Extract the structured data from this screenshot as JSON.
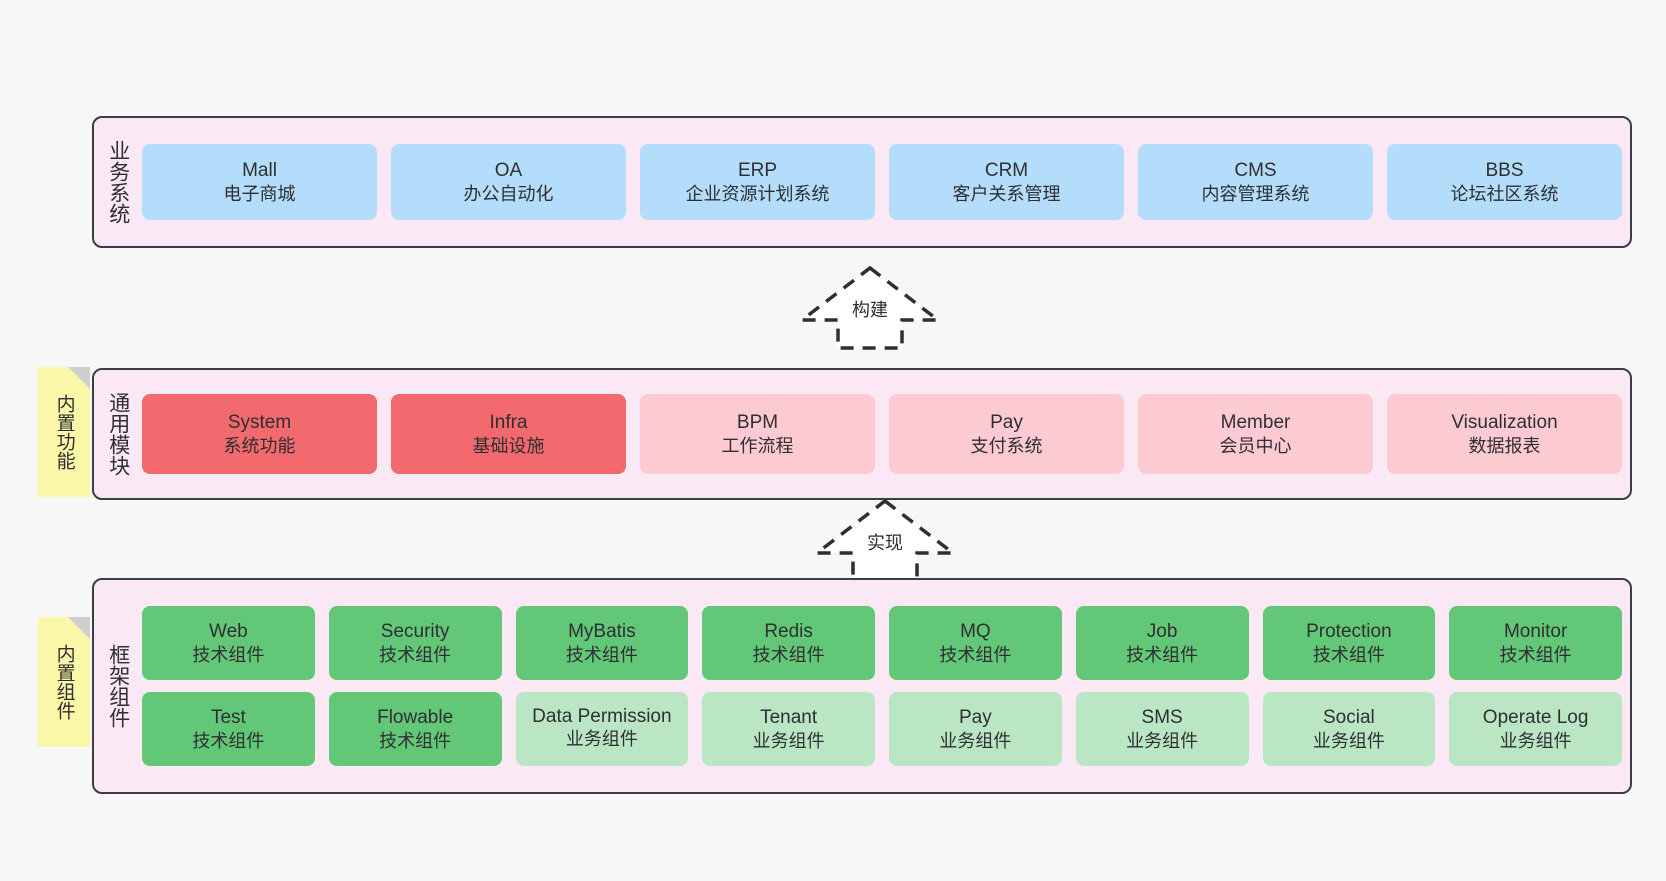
{
  "diagram": {
    "background_color": "#f7f7f7",
    "layer_fill": "#fae9f4",
    "layer_border": "#3c3c46",
    "note_color": "#fbf7a8",
    "colors": {
      "business_card": "#b3ddfb",
      "common_strong": "#f2696e",
      "common_soft": "#fccad1",
      "tech_component": "#63c778",
      "biz_component": "#bbe6c4"
    }
  },
  "layers": [
    {
      "id": "business",
      "title": "业务系统",
      "cards": [
        {
          "name": "Mall",
          "sub": "电子商城"
        },
        {
          "name": "OA",
          "sub": "办公自动化"
        },
        {
          "name": "ERP",
          "sub": "企业资源计划系统"
        },
        {
          "name": "CRM",
          "sub": "客户关系管理"
        },
        {
          "name": "CMS",
          "sub": "内容管理系统"
        },
        {
          "name": "BBS",
          "sub": "论坛社区系统"
        }
      ]
    },
    {
      "id": "common",
      "title": "通用模块",
      "note": "内置功能",
      "cards": [
        {
          "name": "System",
          "sub": "系统功能",
          "style": "accent-strong"
        },
        {
          "name": "Infra",
          "sub": "基础设施",
          "style": "accent-strong"
        },
        {
          "name": "BPM",
          "sub": "工作流程",
          "style": "accent-soft"
        },
        {
          "name": "Pay",
          "sub": "支付系统",
          "style": "accent-soft"
        },
        {
          "name": "Member",
          "sub": "会员中心",
          "style": "accent-soft"
        },
        {
          "name": "Visualization",
          "sub": "数据报表",
          "style": "accent-soft"
        }
      ]
    },
    {
      "id": "framework",
      "title": "框架组件",
      "note": "内置组件",
      "rows": [
        [
          {
            "name": "Web",
            "sub": "技术组件",
            "style": "tech"
          },
          {
            "name": "Security",
            "sub": "技术组件",
            "style": "tech"
          },
          {
            "name": "MyBatis",
            "sub": "技术组件",
            "style": "tech"
          },
          {
            "name": "Redis",
            "sub": "技术组件",
            "style": "tech"
          },
          {
            "name": "MQ",
            "sub": "技术组件",
            "style": "tech"
          },
          {
            "name": "Job",
            "sub": "技术组件",
            "style": "tech"
          },
          {
            "name": "Protection",
            "sub": "技术组件",
            "style": "tech"
          },
          {
            "name": "Monitor",
            "sub": "技术组件",
            "style": "tech"
          }
        ],
        [
          {
            "name": "Test",
            "sub": "技术组件",
            "style": "tech"
          },
          {
            "name": "Flowable",
            "sub": "技术组件",
            "style": "tech"
          },
          {
            "name": "Data Permission",
            "sub": "业务组件",
            "style": "biz"
          },
          {
            "name": "Tenant",
            "sub": "业务组件",
            "style": "biz"
          },
          {
            "name": "Pay",
            "sub": "业务组件",
            "style": "biz"
          },
          {
            "name": "SMS",
            "sub": "业务组件",
            "style": "biz"
          },
          {
            "name": "Social",
            "sub": "业务组件",
            "style": "biz"
          },
          {
            "name": "Operate Log",
            "sub": "业务组件",
            "style": "biz"
          }
        ]
      ]
    }
  ],
  "connectors": [
    {
      "id": "build",
      "label": "构建"
    },
    {
      "id": "implement",
      "label": "实现"
    }
  ]
}
